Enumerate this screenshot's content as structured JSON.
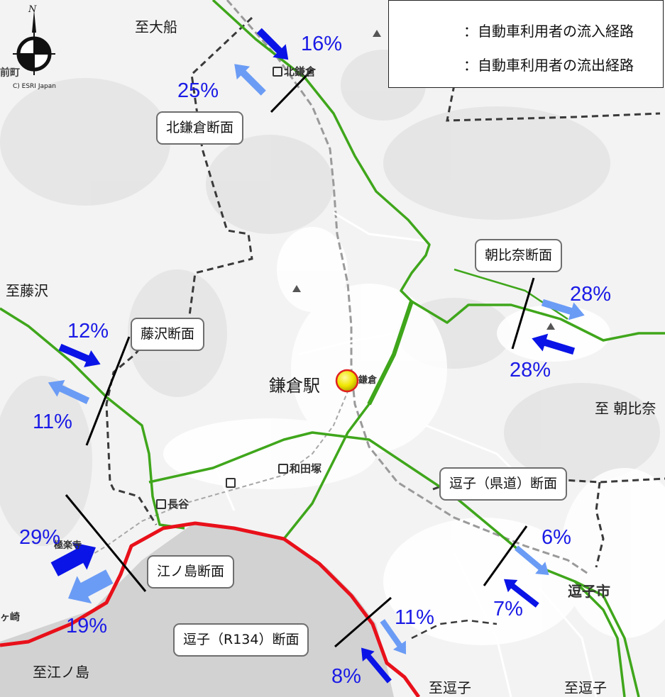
{
  "legend": {
    "inflow_label": "：自動車利用者の流入経路",
    "outflow_label": "：自動車利用者の流出経路",
    "inflow_color": "#0a14e6",
    "outflow_color": "#6b9cf5"
  },
  "attribution": "C) ESRI Japan",
  "north_label": "N",
  "station": {
    "label": "鎌倉駅",
    "marker_color": "#f0e600",
    "outline_color": "#e02020"
  },
  "destinations": {
    "ofuna": "至大船",
    "fujisawa": "至藤沢",
    "asahina": "至 朝比奈",
    "enoshima": "至江ノ島",
    "zushi_1": "至逗子",
    "zushi_2": "至逗子"
  },
  "map_text": {
    "kitakamakura_stn": "北鎌倉",
    "kamakura_stn": "鎌倉",
    "wadazuka_stn": "和田塚",
    "hase_stn": "長谷",
    "gokurakuji_stn": "極楽寺",
    "inamuragasaki": "ヶ崎",
    "zushi_city": "逗子市",
    "left_edge_fragment": "前町"
  },
  "sections": {
    "kitakamakura": {
      "label": "北鎌倉断面",
      "inflow": "16%",
      "outflow": "25%"
    },
    "asahina": {
      "label": "朝比奈断面",
      "inflow": "28%",
      "outflow": "28%"
    },
    "fujisawa": {
      "label": "藤沢断面",
      "inflow": "12%",
      "outflow": "11%"
    },
    "enoshima": {
      "label": "江ノ島断面",
      "inflow": "29%",
      "outflow": "19%"
    },
    "zushi_pref": {
      "label": "逗子（県道）断面",
      "inflow": "7%",
      "outflow": "6%"
    },
    "zushi_r134": {
      "label": "逗子（R134）断面",
      "inflow": "8%",
      "outflow": "11%"
    }
  },
  "colors": {
    "prefectural_road": "#3fa61b",
    "national_route_134": "#e8101a",
    "boundary": "#3a3a3a",
    "sea": "#cfcfcf"
  }
}
